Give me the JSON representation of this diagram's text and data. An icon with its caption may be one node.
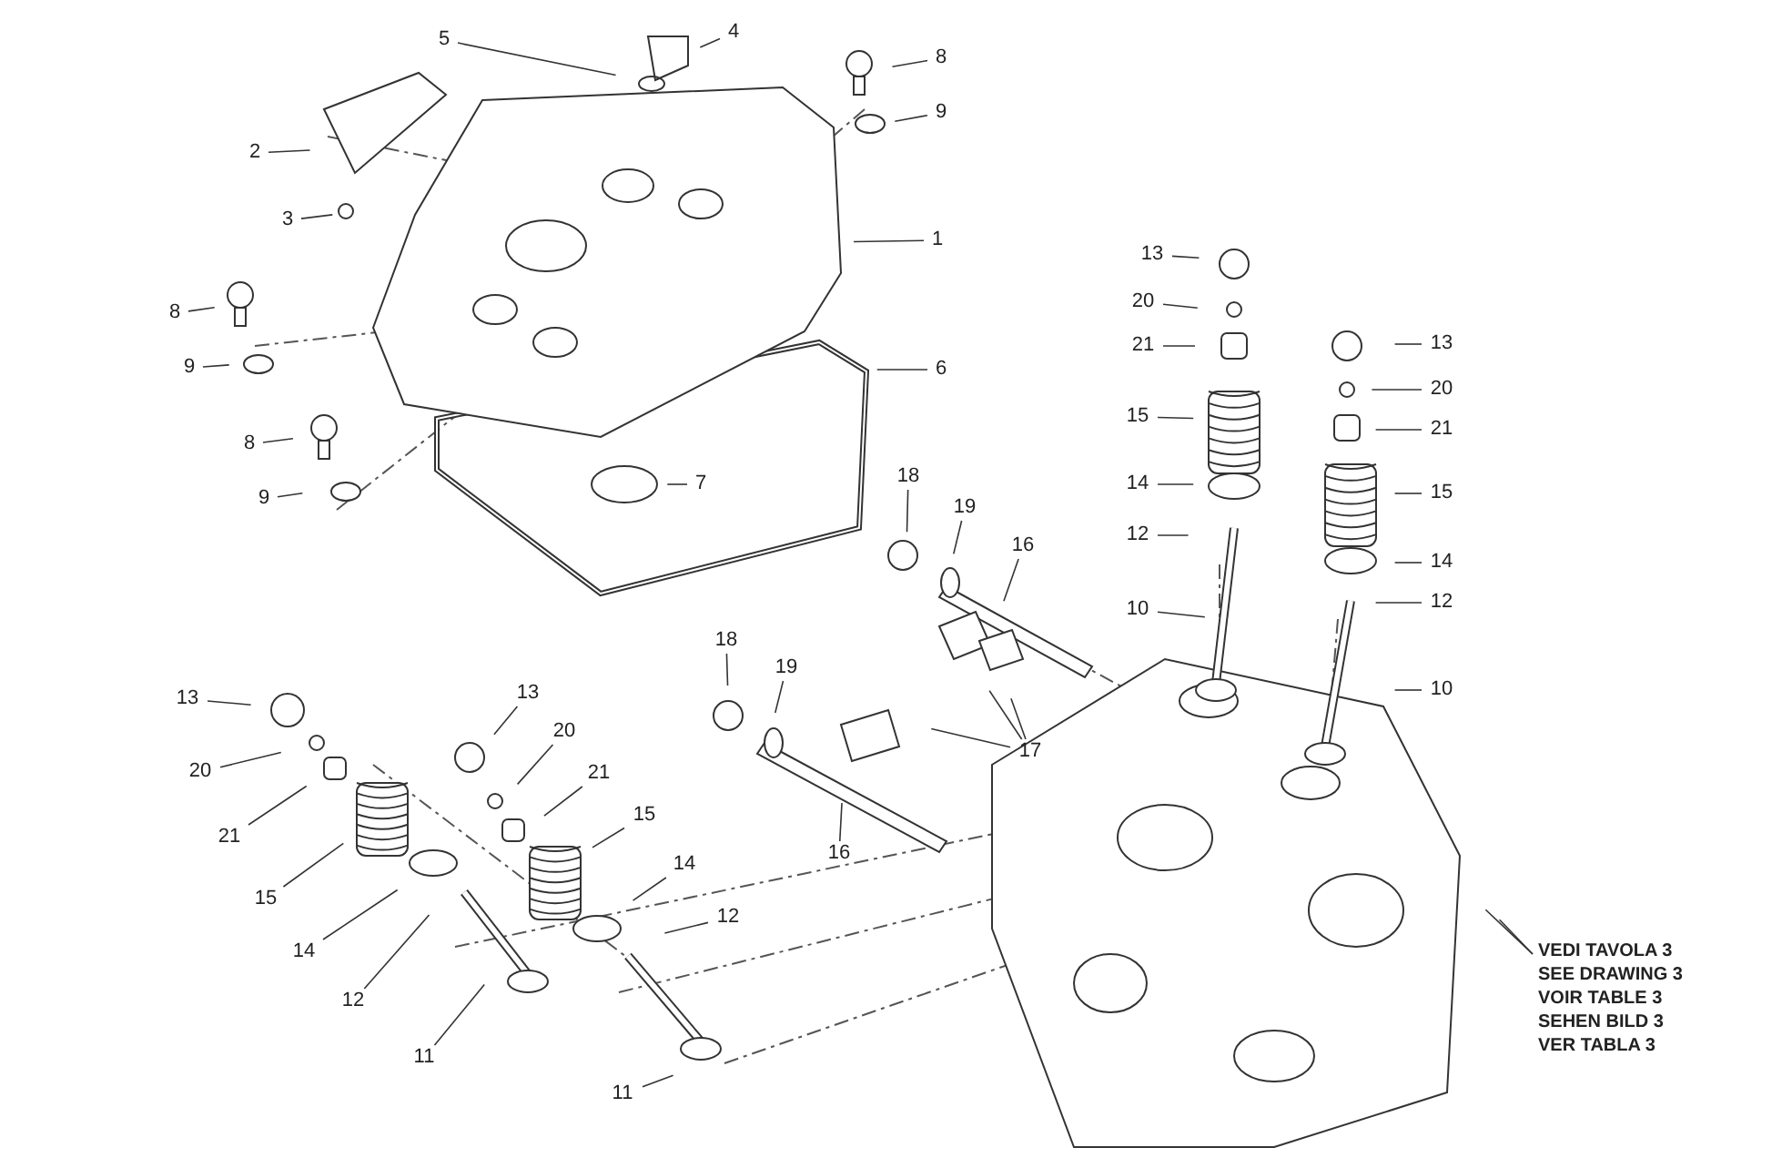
{
  "diagram": {
    "nodes": [
      {
        "text": [
          "5"
        ]
      },
      {
        "text": [
          "4"
        ]
      },
      {
        "text": [
          "8"
        ]
      },
      {
        "text": [
          "9"
        ]
      },
      {
        "text": [
          "2"
        ]
      },
      {
        "text": [
          "3"
        ]
      },
      {
        "text": [
          "1"
        ]
      },
      {
        "text": [
          "8"
        ]
      },
      {
        "text": [
          "9"
        ]
      },
      {
        "text": [
          "6"
        ]
      },
      {
        "text": [
          "8"
        ]
      },
      {
        "text": [
          "9"
        ]
      },
      {
        "text": [
          "7"
        ]
      },
      {
        "text": [
          "13"
        ]
      },
      {
        "text": [
          "20"
        ]
      },
      {
        "text": [
          "21"
        ]
      },
      {
        "text": [
          "15"
        ]
      },
      {
        "text": [
          "14"
        ]
      },
      {
        "text": [
          "12"
        ]
      },
      {
        "text": [
          "10"
        ]
      },
      {
        "text": [
          "13"
        ]
      },
      {
        "text": [
          "20"
        ]
      },
      {
        "text": [
          "21"
        ]
      },
      {
        "text": [
          "15"
        ]
      },
      {
        "text": [
          "14"
        ]
      },
      {
        "text": [
          "12"
        ]
      },
      {
        "text": [
          "10"
        ]
      },
      {
        "text": [
          "18"
        ]
      },
      {
        "text": [
          "19"
        ]
      },
      {
        "text": [
          "16"
        ]
      },
      {
        "text": [
          "18"
        ]
      },
      {
        "text": [
          "19"
        ]
      },
      {
        "text": [
          "16"
        ]
      },
      {
        "text": [
          "17"
        ]
      },
      {
        "text": [
          "13"
        ]
      },
      {
        "text": [
          "20"
        ]
      },
      {
        "text": [
          "21"
        ]
      },
      {
        "text": [
          "15"
        ]
      },
      {
        "text": [
          "14"
        ]
      },
      {
        "text": [
          "12"
        ]
      },
      {
        "text": [
          "11"
        ]
      },
      {
        "text": [
          "13"
        ]
      },
      {
        "text": [
          "20"
        ]
      },
      {
        "text": [
          "21"
        ]
      },
      {
        "text": [
          "15"
        ]
      },
      {
        "text": [
          "14"
        ]
      },
      {
        "text": [
          "12"
        ]
      },
      {
        "text": [
          "11"
        ]
      },
      {
        "text": [
          "VEDI TAVOLA 3",
          "SEE DRAWING 3",
          "VOIR TABLE 3",
          "SEHEN BILD 3",
          "VER TABLA 3"
        ]
      }
    ],
    "edges": [
      {
        "from": 0,
        "to": null,
        "arrow": "none"
      },
      {
        "from": 1,
        "to": null,
        "arrow": "none"
      },
      {
        "from": 2,
        "to": null,
        "arrow": "none"
      },
      {
        "from": 3,
        "to": null,
        "arrow": "none"
      },
      {
        "from": 4,
        "to": null,
        "arrow": "none"
      },
      {
        "from": 5,
        "to": null,
        "arrow": "none"
      },
      {
        "from": 6,
        "to": null,
        "arrow": "none"
      },
      {
        "from": 7,
        "to": null,
        "arrow": "none"
      },
      {
        "from": 8,
        "to": null,
        "arrow": "none"
      },
      {
        "from": 9,
        "to": null,
        "arrow": "none"
      },
      {
        "from": 10,
        "to": null,
        "arrow": "none"
      },
      {
        "from": 11,
        "to": null,
        "arrow": "none"
      },
      {
        "from": 12,
        "to": null,
        "arrow": "none"
      },
      {
        "from": 13,
        "to": null,
        "arrow": "none"
      },
      {
        "from": 14,
        "to": null,
        "arrow": "none"
      },
      {
        "from": 15,
        "to": null,
        "arrow": "none"
      },
      {
        "from": 16,
        "to": null,
        "arrow": "none"
      },
      {
        "from": 17,
        "to": null,
        "arrow": "none"
      },
      {
        "from": 18,
        "to": null,
        "arrow": "none"
      },
      {
        "from": 19,
        "to": null,
        "arrow": "none"
      },
      {
        "from": 20,
        "to": null,
        "arrow": "none"
      },
      {
        "from": 21,
        "to": null,
        "arrow": "none"
      },
      {
        "from": 22,
        "to": null,
        "arrow": "none"
      },
      {
        "from": 23,
        "to": null,
        "arrow": "none"
      },
      {
        "from": 24,
        "to": null,
        "arrow": "none"
      },
      {
        "from": 25,
        "to": null,
        "arrow": "none"
      },
      {
        "from": 26,
        "to": null,
        "arrow": "none"
      },
      {
        "from": 27,
        "to": null,
        "arrow": "none"
      },
      {
        "from": 28,
        "to": null,
        "arrow": "none"
      },
      {
        "from": 29,
        "to": null,
        "arrow": "none"
      },
      {
        "from": 30,
        "to": null,
        "arrow": "none"
      },
      {
        "from": 31,
        "to": null,
        "arrow": "none"
      },
      {
        "from": 32,
        "to": null,
        "arrow": "none"
      },
      {
        "from": 33,
        "to": null,
        "arrow": "none"
      },
      {
        "from": 33,
        "to": null,
        "arrow": "none"
      },
      {
        "from": 33,
        "to": null,
        "arrow": "none"
      },
      {
        "from": 34,
        "to": null,
        "arrow": "none"
      },
      {
        "from": 35,
        "to": null,
        "arrow": "none"
      },
      {
        "from": 36,
        "to": null,
        "arrow": "none"
      },
      {
        "from": 37,
        "to": null,
        "arrow": "none"
      },
      {
        "from": 38,
        "to": null,
        "arrow": "none"
      },
      {
        "from": 39,
        "to": null,
        "arrow": "none"
      },
      {
        "from": 40,
        "to": null,
        "arrow": "none"
      },
      {
        "from": 41,
        "to": null,
        "arrow": "none"
      },
      {
        "from": 42,
        "to": null,
        "arrow": "none"
      },
      {
        "from": 43,
        "to": null,
        "arrow": "none"
      },
      {
        "from": 44,
        "to": null,
        "arrow": "none"
      },
      {
        "from": 45,
        "to": null,
        "arrow": "none"
      },
      {
        "from": 46,
        "to": null,
        "arrow": "none"
      },
      {
        "from": 47,
        "to": null,
        "arrow": "none"
      },
      {
        "from": 48,
        "to": null,
        "arrow": "none"
      },
      {
        "from": 48,
        "to": null,
        "arrow": "none"
      }
    ]
  }
}
